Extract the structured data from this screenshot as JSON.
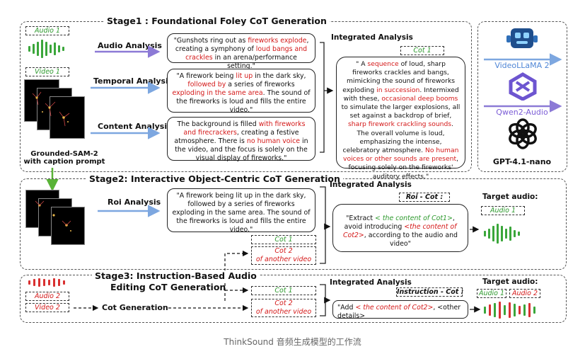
{
  "stage1": {
    "title": "Stage1 : Foundational Foley CoT Generation",
    "audio_tag": "Audio 1",
    "video_tag": "Video 1",
    "audio_analysis_label": "Audio Analysis",
    "temporal_analysis_label": "Temporal Analysis",
    "content_analysis_label": "Content Analysis",
    "grounded_sam_caption_1": "Grounded-SAM-2",
    "grounded_sam_caption_2": "with caption prompt",
    "integrated_label": "Integrated Analysis",
    "cot_tag": "Cot 1",
    "audio_box": [
      {
        "t": "\"Gunshots ring out as "
      },
      {
        "t": "fireworks explode",
        "c": "red"
      },
      {
        "t": ", creating a symphony of "
      },
      {
        "t": "loud bangs and crackles",
        "c": "red"
      },
      {
        "t": " in an arena/performance setting.\""
      }
    ],
    "temporal_box": [
      {
        "t": "\"A firework being "
      },
      {
        "t": "lit up",
        "c": "red"
      },
      {
        "t": " in the dark sky, "
      },
      {
        "t": "followed by",
        "c": "red"
      },
      {
        "t": " a series of fireworks "
      },
      {
        "t": "exploding in the same area",
        "c": "red"
      },
      {
        "t": ". The sound of the fireworks is loud and fills the entire video.\""
      }
    ],
    "content_box": [
      {
        "t": "The background is filled "
      },
      {
        "t": "with fireworks and firecrackers",
        "c": "red"
      },
      {
        "t": ", creating a festive atmosphere. There is "
      },
      {
        "t": "no human voice",
        "c": "red"
      },
      {
        "t": " in the video, and the focus is solely on the visual display of fireworks.\""
      }
    ],
    "integrated_box": [
      {
        "t": "\" A "
      },
      {
        "t": "sequence",
        "c": "red"
      },
      {
        "t": " of loud, sharp fireworks crackles and bangs, mimicking the sound of fireworks exploding "
      },
      {
        "t": "in succession",
        "c": "red"
      },
      {
        "t": ". Intermixed with these, "
      },
      {
        "t": "occasional deep booms",
        "c": "red"
      },
      {
        "t": " to simulate the larger explosions, all set against a backdrop of brief, "
      },
      {
        "t": "sharp firework crackling sounds",
        "c": "red"
      },
      {
        "t": ". The overall volume is loud, emphasizing the intense, celebratory atmosphere. "
      },
      {
        "t": "No human voices or other sounds are present",
        "c": "red"
      },
      {
        "t": ", focusing solely on the fireworks' auditory effects.\""
      }
    ]
  },
  "models": {
    "videollama": "VideoLLaMA 2",
    "qwen": "Qwen2-Audio",
    "gpt": "GPT-4.1-nano"
  },
  "stage2": {
    "title": "Stage2: Interactive Object-Centric CoT Generation",
    "roi_label": "Roi Analysis",
    "roi_box": "\"A firework being lit up in the dark sky, followed by a series of fireworks exploding in the same area. The sound of the fireworks is loud and fills the entire video.\"",
    "integrated_label": "Integrated Analysis",
    "roi_cot_tag": "Roi - Cot :",
    "cot1_tag": "Cot 1",
    "cot2_tag_l1": "Cot 2",
    "cot2_tag_l2": "of another video",
    "extract_box": [
      {
        "t": "\"Extract "
      },
      {
        "t": "< the content of Cot1>",
        "c": "green",
        "i": true
      },
      {
        "t": ", avoid introducing "
      },
      {
        "t": "<the content of Cot2>",
        "c": "red",
        "i": true
      },
      {
        "t": ", according to the audio and video\""
      }
    ],
    "target_label": "Target audio:",
    "target_tag": "Audio 1"
  },
  "stage3": {
    "title_1": "Stage3: Instruction-Based Audio",
    "title_2": "Editing CoT Generation",
    "audio2_tag": "Audio 2",
    "video2_tag": "Video 2",
    "cot_generation_label": "Cot Generation",
    "cot1_tag": "Cot 1",
    "cot2_tag_l1": "Cot 2",
    "cot2_tag_l2": "of another video",
    "integrated_label": "Integrated Analysis",
    "instruction_tag": "Instruction - Cot :",
    "add_box": [
      {
        "t": "\"Add "
      },
      {
        "t": "< the content of Cot2>",
        "c": "red",
        "i": true
      },
      {
        "t": ", <other details>"
      }
    ],
    "target_label": "Target audio:",
    "target_tag_1": "Audio 1",
    "target_tag_2": "Audio 2"
  },
  "caption": "ThinkSound 音频生成模型的工作流",
  "colors": {
    "highlight_red": "#d41919",
    "highlight_green": "#2e9a2e",
    "arrow_blue": "#7da7e0",
    "arrow_purple": "#8c7ad6"
  }
}
